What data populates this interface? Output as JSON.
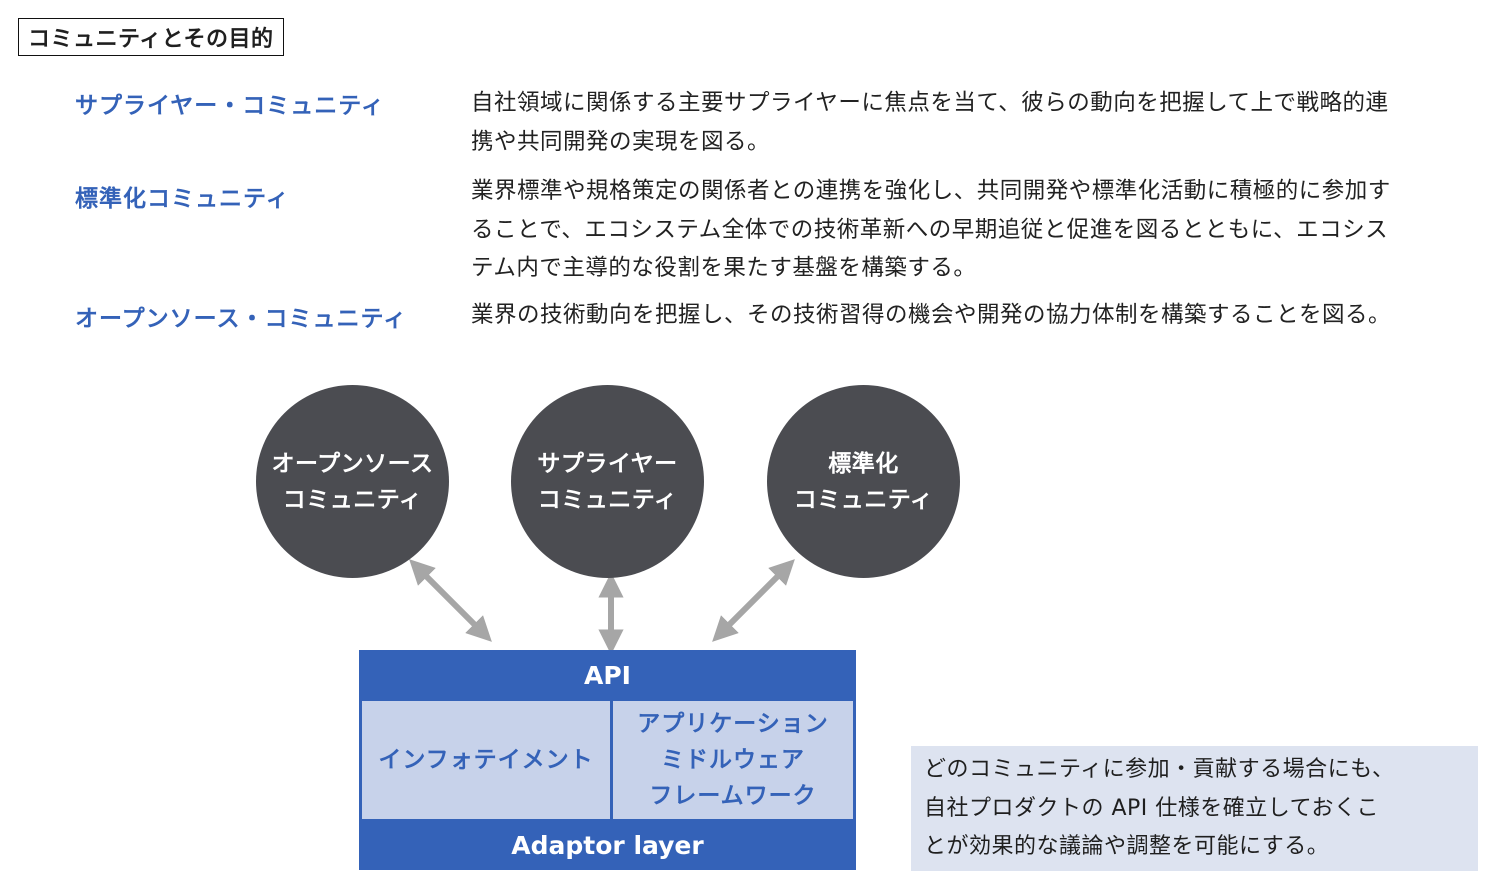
{
  "title": "コミュニティとその目的",
  "rows": [
    {
      "label": "サプライヤー・コミュニティ",
      "description": "自社領域に関係する主要サプライヤーに焦点を当て、彼らの動向を把握して上で戦略的連携や共同開発の実現を図る。"
    },
    {
      "label": "標準化コミュニティ",
      "description": "業界標準や規格策定の関係者との連携を強化し、共同開発や標準化活動に積極的に参加することで、エコシステム全体での技術革新への早期追従と促進を図るとともに、エコシステム内で主導的な役割を果たす基盤を構築する。"
    },
    {
      "label": "オープンソース・コミュニティ",
      "description": "業界の技術動向を把握し、その技術習得の機会や開発の協力体制を構築することを図る。"
    }
  ],
  "diagram": {
    "circles": [
      {
        "line1": "オープンソース",
        "line2": "コミュニティ"
      },
      {
        "line1": "サプライヤー",
        "line2": "コミュニティ"
      },
      {
        "line1": "標準化",
        "line2": "コミュニティ"
      }
    ],
    "stack": {
      "api_label": "API",
      "left_cell": "インフォテイメント",
      "right_cell_lines": [
        "アプリケーション",
        "ミドルウェア",
        "フレームワーク"
      ],
      "adaptor_label": "Adaptor layer"
    },
    "colors": {
      "accent_blue": "#3462b8",
      "light_blue": "#c7d2ea",
      "circle_gray": "#4b4c51",
      "arrow_gray": "#a6a6a6",
      "note_bg": "#dde3f0"
    }
  },
  "note": {
    "lines": [
      "どのコミュニティに参加・貢献する場合にも、",
      "自社プロダクトの API 仕様を確立しておくこ",
      "とが効果的な議論や調整を可能にする。"
    ]
  }
}
